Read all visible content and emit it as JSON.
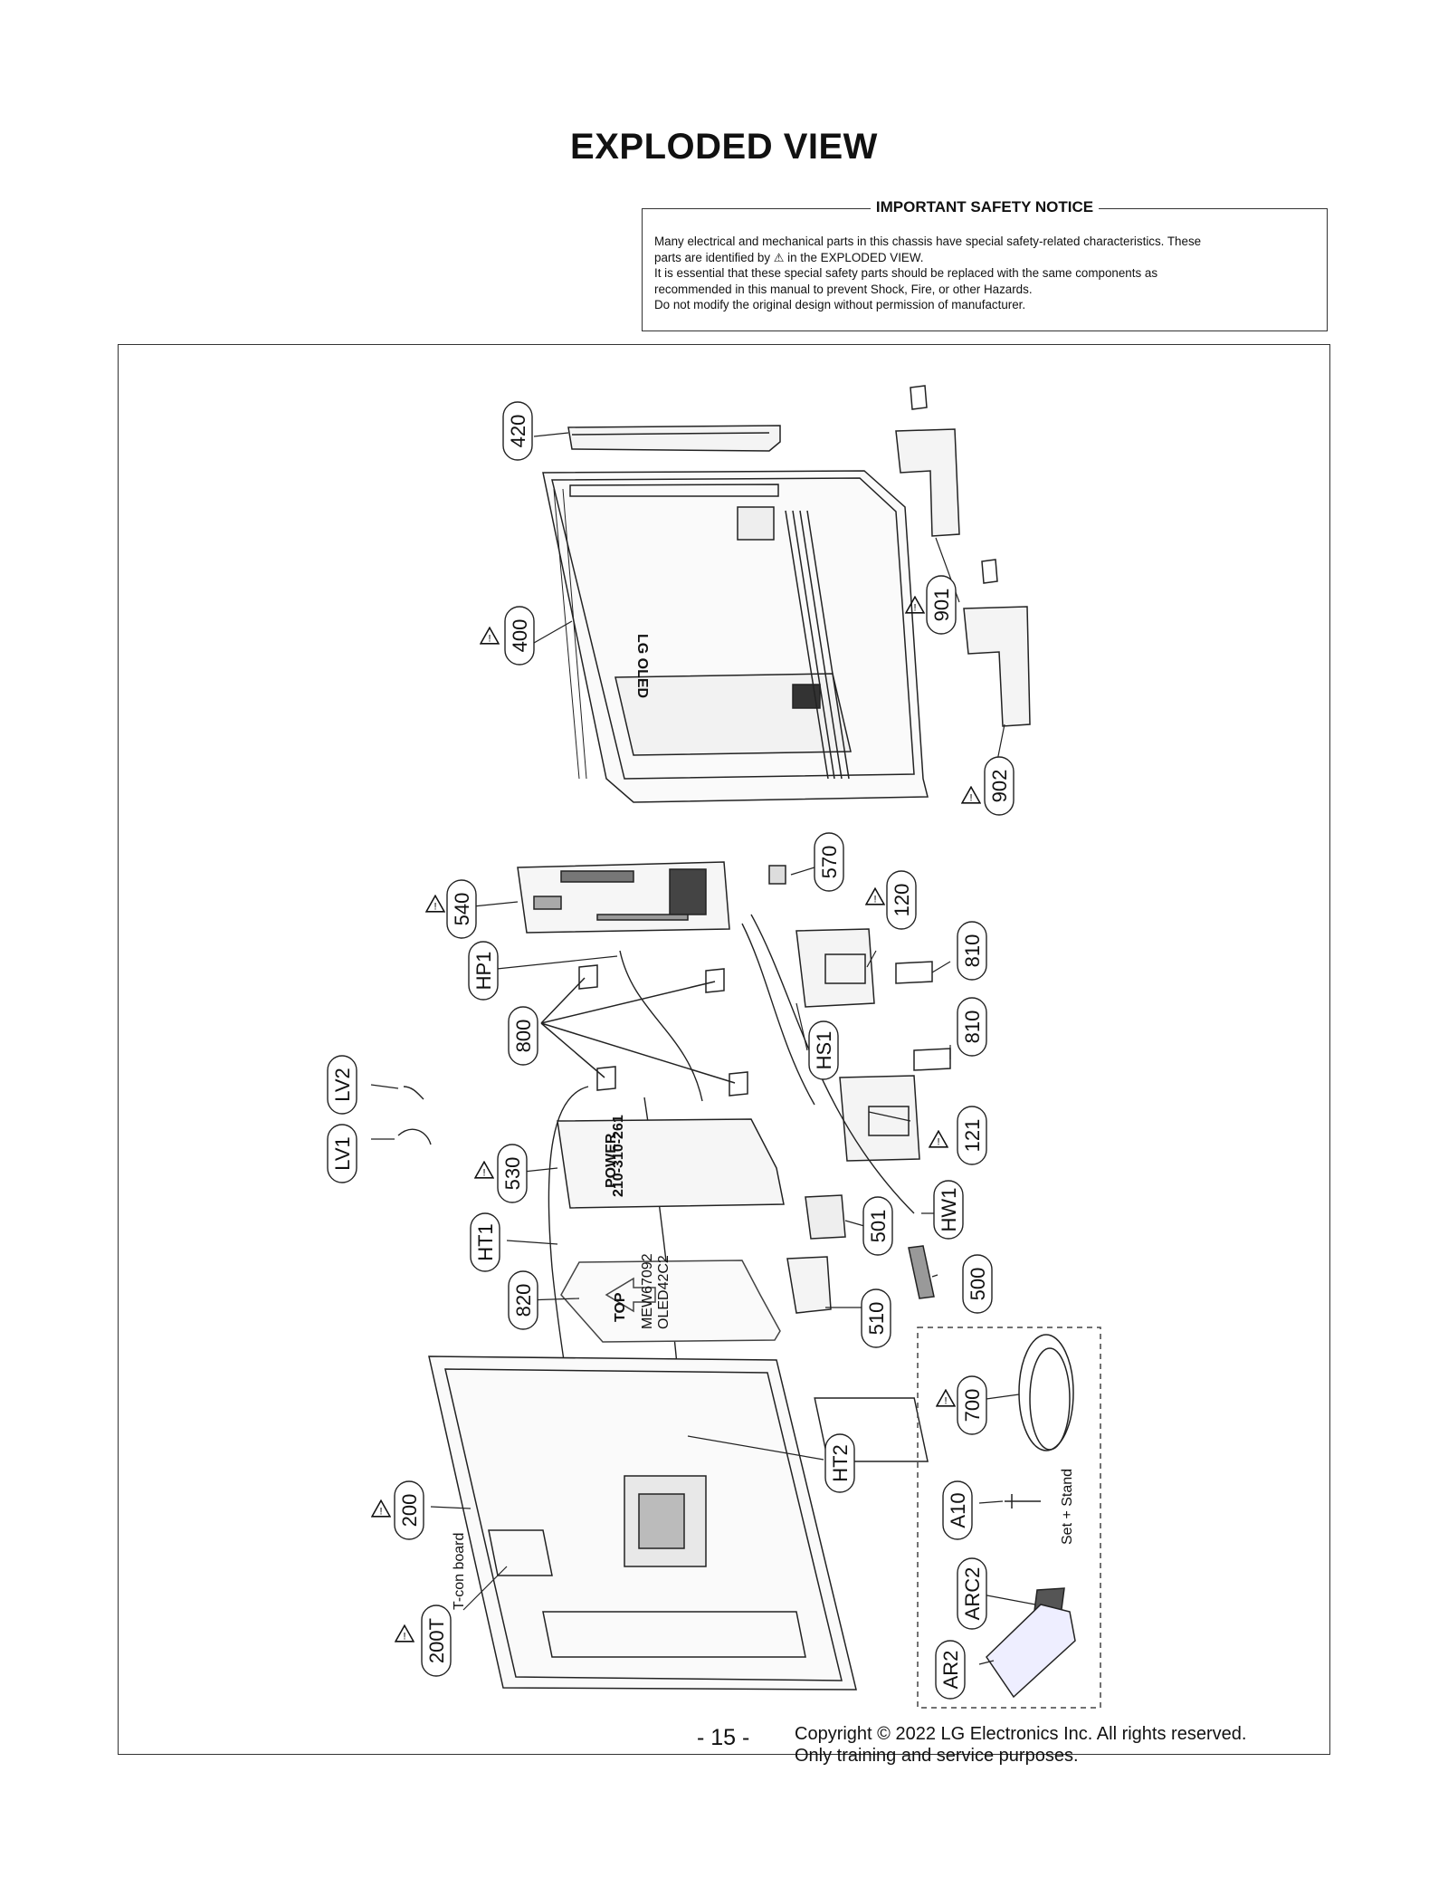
{
  "title": "EXPLODED VIEW",
  "notice": {
    "heading": "IMPORTANT SAFETY NOTICE",
    "line1": "Many electrical and mechanical parts in this chassis have special safety-related characteristics. These",
    "line2_a": "parts are identified by",
    "line2_b": "in the EXPLODED VIEW.",
    "line3": "It is essential that these special safety parts should be replaced with the same components as",
    "line4": "recommended in this manual to prevent Shock, Fire, or other Hazards.",
    "line5": "Do not modify the original design without permission of manufacturer."
  },
  "parts": {
    "p420": "420",
    "p400": "400",
    "p901": "901",
    "p902": "902",
    "p540": "540",
    "p570": "570",
    "p120": "120",
    "p810a": "810",
    "p810b": "810",
    "hp1": "HP1",
    "p800": "800",
    "hs1": "HS1",
    "p121": "121",
    "lv2": "LV2",
    "lv1": "LV1",
    "p530": "530",
    "ht1": "HT1",
    "p501": "501",
    "hw1": "HW1",
    "p500": "500",
    "p820": "820",
    "p510": "510",
    "p700": "700",
    "ht2": "HT2",
    "a10": "A10",
    "arc2": "ARC2",
    "ar2": "AR2",
    "p200": "200",
    "p200t": "200T"
  },
  "labels": {
    "lg_oled": "LG OLED",
    "power": "POWER",
    "power_num": "210-310-261",
    "top": "TOP",
    "shield1": "MEW67092",
    "shield2": "OLED42C2",
    "tcon": "T-con board",
    "set_stand": "Set + Stand"
  },
  "footer": {
    "page": "- 15 -",
    "copy1": "Copyright © 2022  LG Electronics Inc. All rights reserved.",
    "copy2": "Only training and service purposes."
  }
}
